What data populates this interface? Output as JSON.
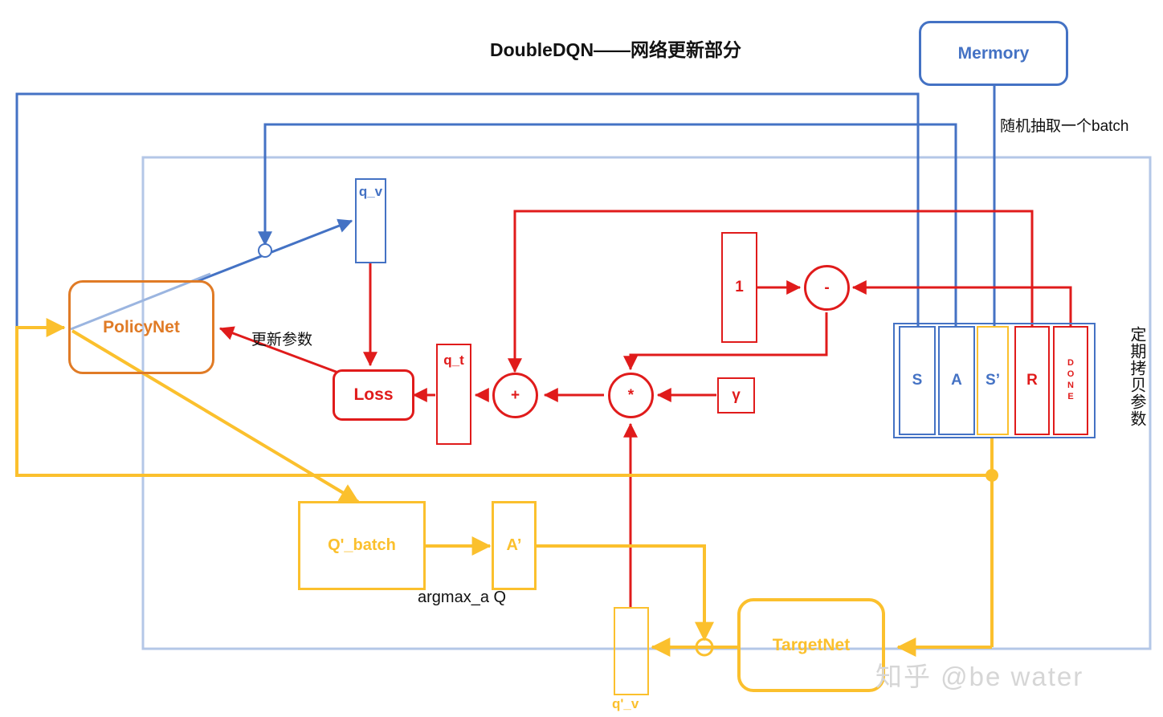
{
  "title": "DoubleDQN——网络更新部分",
  "colors": {
    "blue": "#4472c4",
    "blue_pale": "#b4c7e7",
    "red": "#e01b1b",
    "yellow": "#fbc02d",
    "orange": "#e07b26",
    "black": "#111111",
    "watermark": "#d6d6d6"
  },
  "nodes": {
    "memory": {
      "label": "Mermory",
      "color": "blue",
      "shape": "rounded"
    },
    "policynet": {
      "label": "PolicyNet",
      "color": "orange",
      "shape": "rounded"
    },
    "targetnet": {
      "label": "TargetNet",
      "color": "yellow",
      "shape": "rounded"
    },
    "q_v": {
      "label": "q_v",
      "color": "blue",
      "shape": "rect"
    },
    "q_t": {
      "label": "q_t",
      "color": "red",
      "shape": "rect"
    },
    "qp_v": {
      "label": "q'_v",
      "color": "yellow",
      "shape": "rect"
    },
    "loss": {
      "label": "Loss",
      "color": "red",
      "shape": "rounded"
    },
    "one": {
      "label": "1",
      "color": "red",
      "shape": "rect"
    },
    "gamma": {
      "label": "γ",
      "color": "red",
      "shape": "rect"
    },
    "qbatch": {
      "label": "Q'_batch",
      "color": "yellow",
      "shape": "rect"
    },
    "a_prime": {
      "label": "A’",
      "color": "yellow",
      "shape": "rect"
    }
  },
  "operators": {
    "plus": {
      "label": "+",
      "color": "red"
    },
    "times": {
      "label": "*",
      "color": "red"
    },
    "minus": {
      "label": "-",
      "color": "red"
    }
  },
  "batch": {
    "items": [
      {
        "label": "S",
        "color": "blue",
        "vertical": false
      },
      {
        "label": "A",
        "color": "blue",
        "vertical": false
      },
      {
        "label": "S’",
        "color": "yellow",
        "vertical": false
      },
      {
        "label": "R",
        "color": "red",
        "vertical": false
      },
      {
        "label": "DONE",
        "color": "red",
        "vertical": true
      }
    ]
  },
  "labels": {
    "sample_batch": "随机抽取一个batch",
    "update_params": "更新参数",
    "argmax": "argmax_a Q",
    "copy_params": "定期拷贝参数"
  },
  "watermark": "知乎 @be water"
}
